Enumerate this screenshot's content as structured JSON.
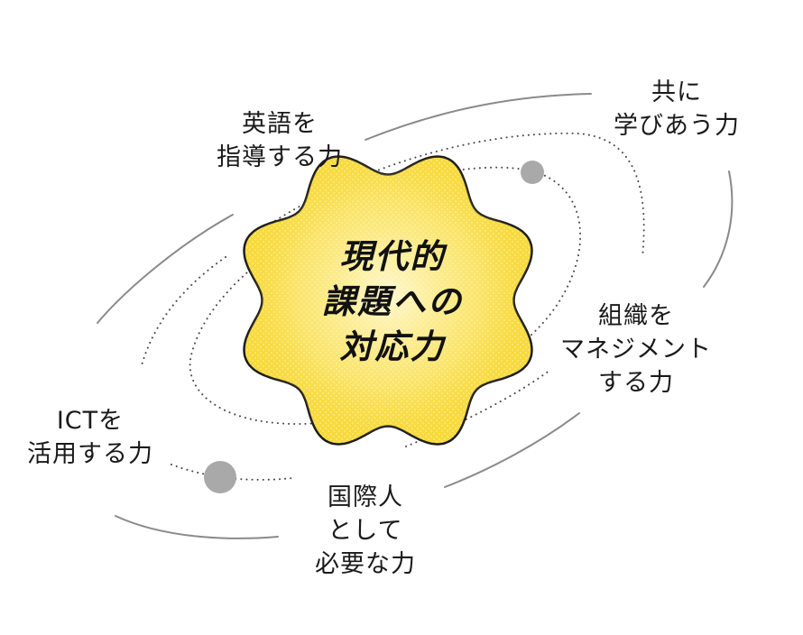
{
  "center": {
    "lines": [
      "現代的",
      "課題への",
      "対応力"
    ],
    "fill_color": "#f7d93a",
    "outline_color": "#1a1a1a"
  },
  "skills": [
    {
      "id": "english",
      "lines": [
        "英語を",
        "指導する力"
      ]
    },
    {
      "id": "collab",
      "lines": [
        "共に",
        "学びあう力"
      ]
    },
    {
      "id": "mgmt",
      "lines": [
        "組織を",
        "マネジメント",
        "する力"
      ]
    },
    {
      "id": "global",
      "lines": [
        "国際人",
        "として",
        "必要な力"
      ]
    },
    {
      "id": "ict",
      "lines": [
        "ICTを",
        "活用する力"
      ]
    }
  ],
  "colors": {
    "orbit_line": "#8a8a8a",
    "dotted_orbit": "#4a4a4a",
    "planet": "#a9a9a9",
    "text": "#1a1a1a"
  }
}
